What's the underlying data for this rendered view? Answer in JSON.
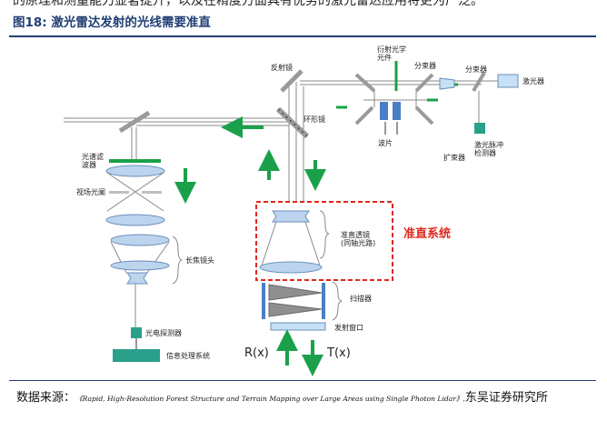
{
  "header_partial": "的原理和测量能力显著提升，以及在精度方面具有优势的激光雷达应用将更为广泛。",
  "figure_title": "图18:  激光雷达发射的光线需要准直",
  "labels": {
    "laser": "激光器",
    "beam_splitter_right": "分束器",
    "beam_splitter_mid": "分束器",
    "diffractive_optic": "衍射光学\n元件",
    "reflector": "反射镜",
    "waveplate": "波片",
    "beam_expander": "扩束器",
    "pulse_detector": "激光脉冲\n检测器",
    "ring_mirror": "环形镜",
    "spectral_filter": "光谱滤\n波器",
    "field_stop": "视场光阑",
    "telephoto_lens": "长焦镜头",
    "photodetector": "光电探测器",
    "info_system": "信息处理系统",
    "collimating_lens": "准直透镜\n(同轴光路)",
    "collimation_system": "准直系统",
    "scanner": "扫描器",
    "window": "发射窗口",
    "rx": "R(x)",
    "tx": "T(x)"
  },
  "source": {
    "label": "数据来源：",
    "reference": "《Rapid, High-Resolution Forest Structure and Terrain Mapping over Large Areas using Single Photon Lidar》,",
    "org": "东吴证券研究所"
  },
  "colors": {
    "title_blue": "#1f3f73",
    "green": "#1aa04a",
    "teal": "#2aa08a",
    "lens_blue": "#bcd4ee",
    "lens_stroke": "#6b8fba",
    "highlight_red": "#e0271d",
    "mirror_gray": "#d9d9d9",
    "beam_gray": "#8a8a8a"
  }
}
